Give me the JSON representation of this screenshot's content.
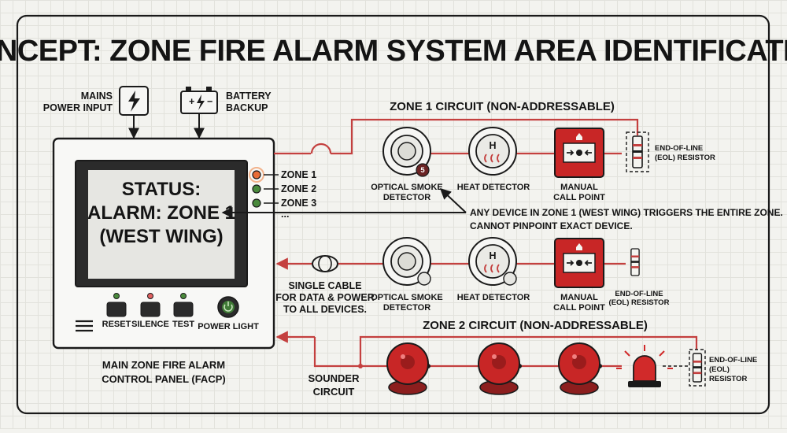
{
  "title": "CONCEPT: ZONE FIRE ALARM SYSTEM AREA IDENTIFICATION",
  "colors": {
    "wire": "#c4403f",
    "outline": "#1a1a1a",
    "led_alarm": "#e86c36",
    "led_ok": "#4a8a3c",
    "device_red": "#c82626"
  },
  "power": {
    "mains_label_1": "MAINS",
    "mains_label_2": "POWER INPUT",
    "mains_icon": "lightning-icon",
    "battery_label_1": "BATTERY",
    "battery_label_2": "BACKUP",
    "battery_icon": "battery-icon"
  },
  "panel": {
    "screen": {
      "line1": "STATUS:",
      "line2": "ALARM: ZONE 1",
      "line3": "(WEST WING)"
    },
    "zones": [
      {
        "label": "ZONE 1",
        "state": "alarm"
      },
      {
        "label": "ZONE 2",
        "state": "normal"
      },
      {
        "label": "ZONE 3",
        "state": "normal"
      }
    ],
    "zones_more": "...",
    "buttons": {
      "reset": "RESET",
      "silence": "SILENCE",
      "test": "TEST",
      "power": "POWER LIGHT"
    },
    "caption_1": "MAIN ZONE FIRE ALARM",
    "caption_2": "CONTROL PANEL (FACP)"
  },
  "zone1": {
    "title": "ZONE 1 CIRCUIT (NON-ADDRESSABLE)",
    "smoke_1": "OPTICAL SMOKE",
    "smoke_2": "DETECTOR",
    "smoke_badge": "5",
    "heat": "HEAT DETECTOR",
    "heat_letter": "H",
    "mcp_1": "MANUAL",
    "mcp_2": "CALL POINT",
    "eol_1": "END-OF-LINE",
    "eol_2": "(EOL) RESISTOR",
    "note_1": "ANY DEVICE IN ZONE 1 (WEST WING) TRIGGERS THE ENTIRE ZONE.",
    "note_2": "CANNOT PINPOINT EXACT DEVICE."
  },
  "zone2": {
    "title": "ZONE 2 CIRCUIT (NON-ADDRESSABLE)",
    "smoke_1": "OPTICAL SMOKE",
    "smoke_2": "DETECTOR",
    "heat": "HEAT DETECTOR",
    "heat_letter": "H",
    "mcp_1": "MANUAL",
    "mcp_2": "CALL POINT",
    "eol_1": "END-OF-LINE",
    "eol_2": "(EOL) RESISTOR"
  },
  "cable_note": {
    "line1": "SINGLE CABLE",
    "line2": "FOR DATA & POWER",
    "line3": "TO ALL DEVICES."
  },
  "sounder": {
    "label_1": "SOUNDER",
    "label_2": "CIRCUIT",
    "eol_1": "END-OF-LINE",
    "eol_2": "(EOL)",
    "eol_3": "RESISTOR",
    "bell_icon": "bell-icon",
    "beacon_icon": "beacon-icon"
  }
}
